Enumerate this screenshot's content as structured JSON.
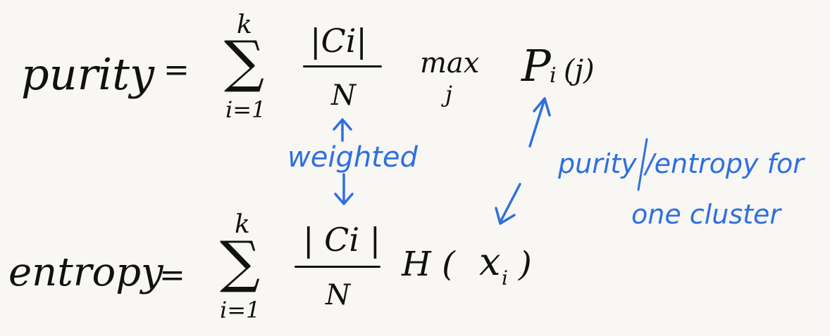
{
  "purity": {
    "lhs": "purity",
    "eq": "=",
    "sum_upper": "k",
    "sum_symbol": "∑",
    "sum_lower": "i=1",
    "numerator": "|Ci|",
    "denominator": "N",
    "max": "max",
    "max_sub": "j",
    "p": "P",
    "p_sub": "i",
    "p_arg": "(j)"
  },
  "entropy": {
    "lhs": "entropy",
    "eq": "=",
    "sum_upper": "k",
    "sum_symbol": "∑",
    "sum_lower": "i=1",
    "numerator": "| Ci |",
    "denominator": "N",
    "h": "H (",
    "x": "x",
    "x_sub": "i",
    "close": ")"
  },
  "annotations": {
    "weighted": "weighted",
    "per_cluster_line1": "purity /entropy for",
    "per_cluster_line2": "one cluster"
  },
  "colors": {
    "ink": "#111111",
    "annotation": "#2f6fe0",
    "background": "#f8f7f3"
  }
}
